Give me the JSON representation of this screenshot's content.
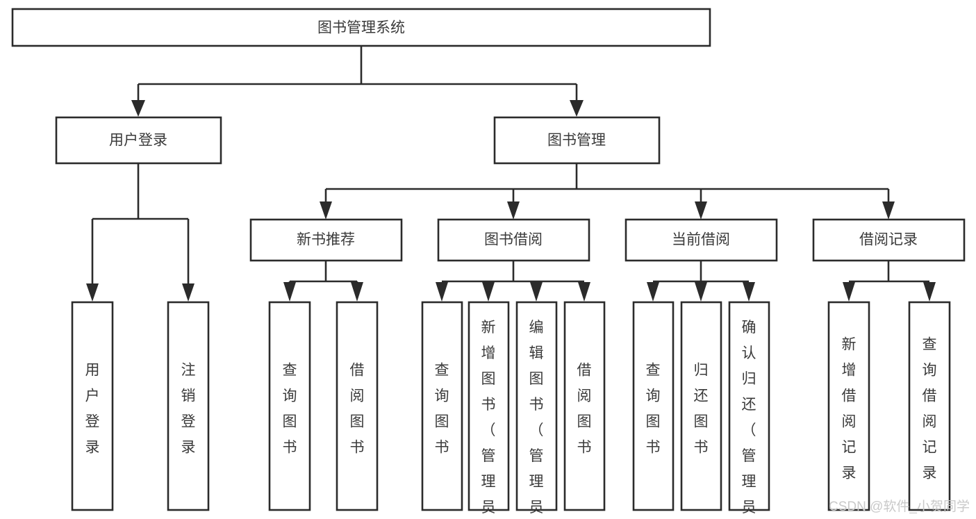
{
  "diagram": {
    "title": "图书管理系统",
    "type": "tree-hierarchy-chart",
    "orientation": "top-down",
    "colors": {
      "box_stroke": "#2b2b2b",
      "box_fill": "#ffffff",
      "connector": "#2b2b2b",
      "label_text": "#3a3a3a",
      "watermark": "#c9c9c9",
      "background": "#ffffff"
    },
    "root": {
      "label": "图书管理系统"
    },
    "level2": [
      {
        "label": "用户登录"
      },
      {
        "label": "图书管理"
      }
    ],
    "level3": [
      {
        "label": "新书推荐"
      },
      {
        "label": "图书借阅"
      },
      {
        "label": "当前借阅"
      },
      {
        "label": "借阅记录"
      }
    ],
    "leaves": {
      "user_login": [
        {
          "label": "用户登录"
        },
        {
          "label": "注销登录"
        }
      ],
      "new_book_recommend": [
        {
          "label": "查询图书"
        },
        {
          "label": "借阅图书"
        }
      ],
      "book_borrow": [
        {
          "label": "查询图书"
        },
        {
          "label": "新增图书（管理员）"
        },
        {
          "label": "编辑图书（管理员）"
        },
        {
          "label": "借阅图书"
        }
      ],
      "current_borrow": [
        {
          "label": "查询图书"
        },
        {
          "label": "归还图书"
        },
        {
          "label": "确认归还（管理员）"
        }
      ],
      "borrow_record": [
        {
          "label": "新增借阅记录"
        },
        {
          "label": "查询借阅记录"
        }
      ]
    },
    "watermark": "CSDN @软件_小贺同学"
  }
}
